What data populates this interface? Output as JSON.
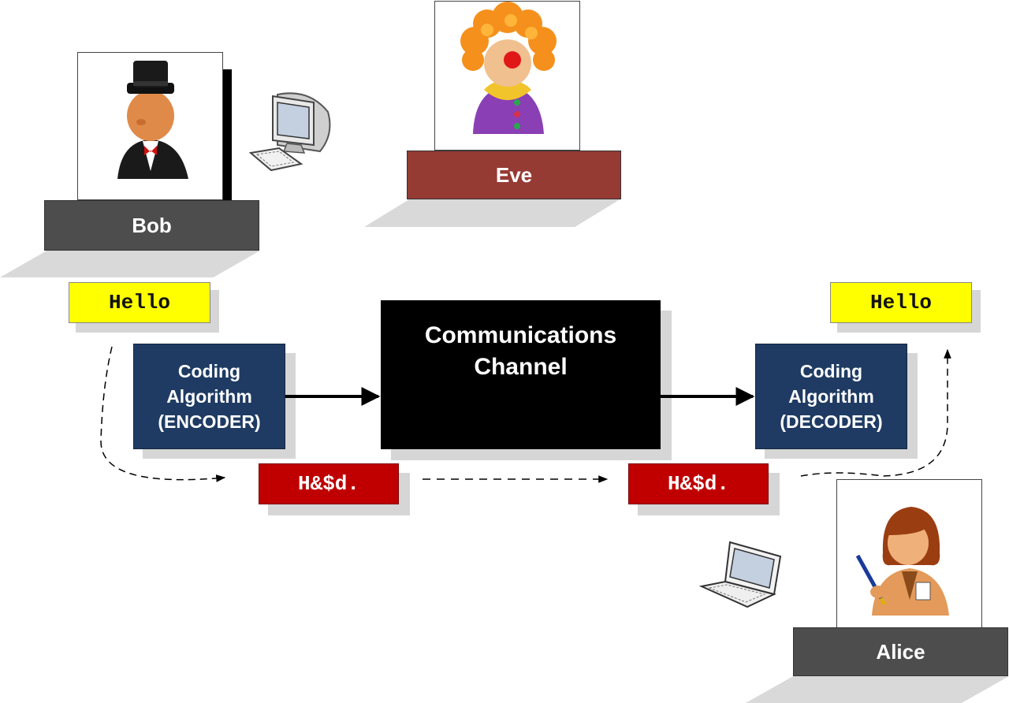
{
  "bob": {
    "name": "Bob",
    "avatar_icon": "top-hat-man-icon",
    "device_icon": "desktop-computer-icon",
    "plate_color": "#4d4d4d"
  },
  "eve": {
    "name": "Eve",
    "avatar_icon": "clown-icon",
    "plate_color": "#963a34"
  },
  "alice": {
    "name": "Alice",
    "avatar_icon": "businesswoman-icon",
    "device_icon": "laptop-icon",
    "plate_color": "#4d4d4d"
  },
  "sender_plaintext": "Hello",
  "receiver_plaintext": "Hello",
  "encoder": {
    "line1": "Coding",
    "line2": "Algorithm",
    "line3": "(ENCODER)"
  },
  "decoder": {
    "line1": "Coding",
    "line2": "Algorithm",
    "line3": "(DECODER)"
  },
  "channel": {
    "line1": "Communications",
    "line2": "Channel"
  },
  "ciphertext_out": "H&$d.",
  "ciphertext_in": "H&$d.",
  "colors": {
    "plaintext_bg": "#ffff00",
    "ciphertext_bg": "#c00000",
    "algorithm_bg": "#1f3b63",
    "channel_bg": "#000000"
  }
}
